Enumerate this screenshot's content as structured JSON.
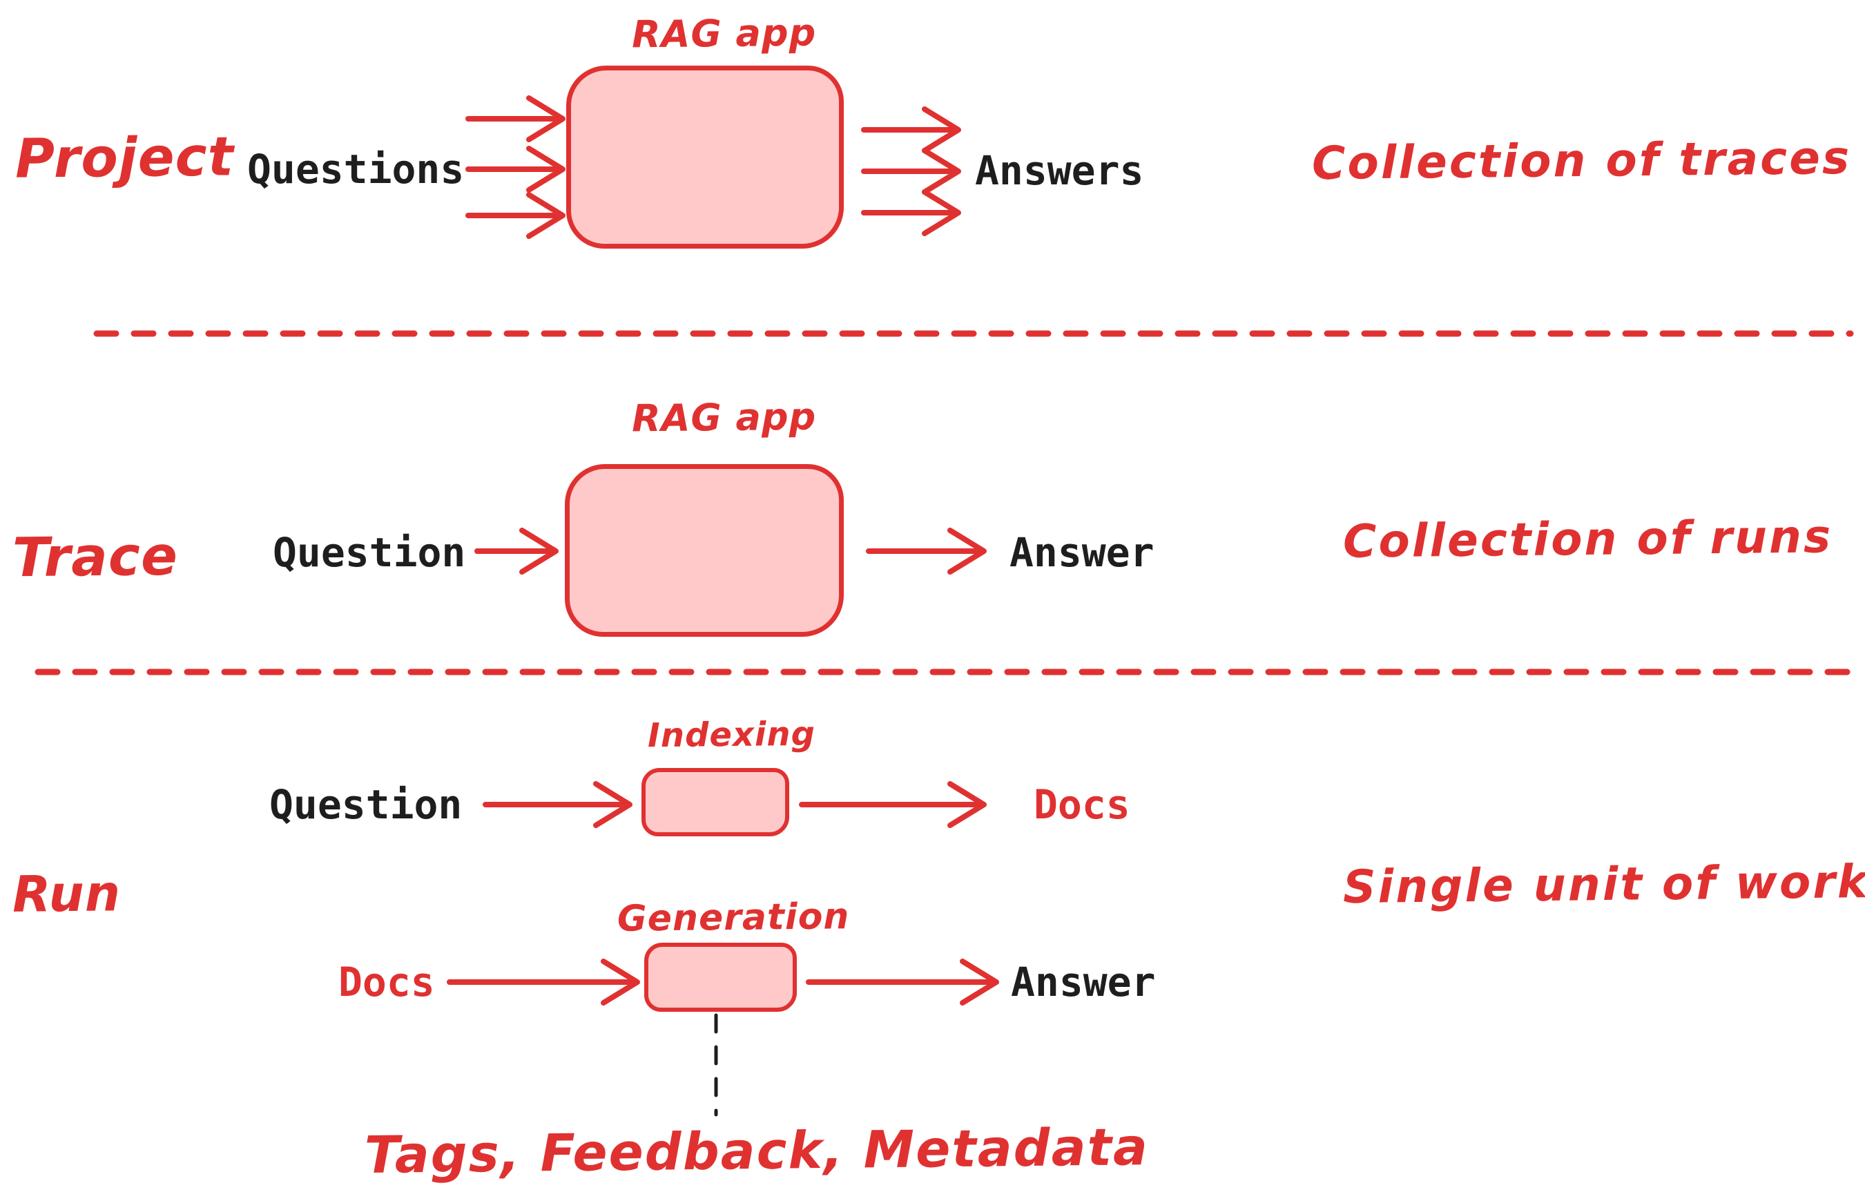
{
  "colors": {
    "accent_red": "#e03131",
    "box_fill_pink": "#ffc9c9",
    "text_black": "#1e1e1e"
  },
  "rows": {
    "project": {
      "side_label": "Project",
      "input_label": "Questions",
      "box_title": "RAG app",
      "output_label": "Answers",
      "right_note": "Collection of traces"
    },
    "trace": {
      "side_label": "Trace",
      "input_label": "Question",
      "box_title": "RAG app",
      "output_label": "Answer",
      "right_note": "Collection of runs"
    },
    "run": {
      "side_label": "Run",
      "right_note": "Single unit of work",
      "indexing_step": {
        "box_title": "Indexing",
        "input_label": "Question",
        "output_label": "Docs"
      },
      "generation_step": {
        "box_title": "Generation",
        "input_label": "Docs",
        "output_label": "Answer"
      },
      "footnote": "Tags, Feedback, Metadata"
    }
  }
}
